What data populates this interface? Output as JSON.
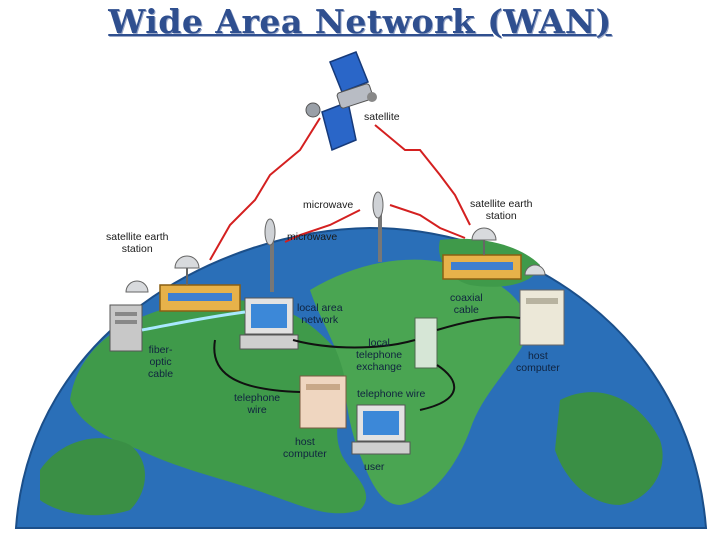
{
  "title": "Wide Area Network (WAN)",
  "labels": {
    "satellite": "satellite",
    "earth_station_left_1": "satellite earth",
    "earth_station_left_2": "station",
    "earth_station_right_1": "satellite earth",
    "earth_station_right_2": "station",
    "microwave_top": "microwave",
    "microwave_left": "microwave",
    "lan_1": "local area",
    "lan_2": "network",
    "coaxial_1": "coaxial",
    "coaxial_2": "cable",
    "fiber_1": "fiber-",
    "fiber_2": "optic",
    "fiber_3": "cable",
    "phone_exchange_1": "local",
    "phone_exchange_2": "telephone",
    "phone_exchange_3": "exchange",
    "host_right_1": "host",
    "host_right_2": "computer",
    "telephone_wire_center": "telephone wire",
    "telephone_wire_left_1": "telephone",
    "telephone_wire_left_2": "wire",
    "host_center_1": "host",
    "host_center_2": "computer",
    "user": "user"
  },
  "colors": {
    "title": "#2f4f8f",
    "ocean": "#2a6fb8",
    "land": "#3f9a4a",
    "link": "#d42020"
  }
}
